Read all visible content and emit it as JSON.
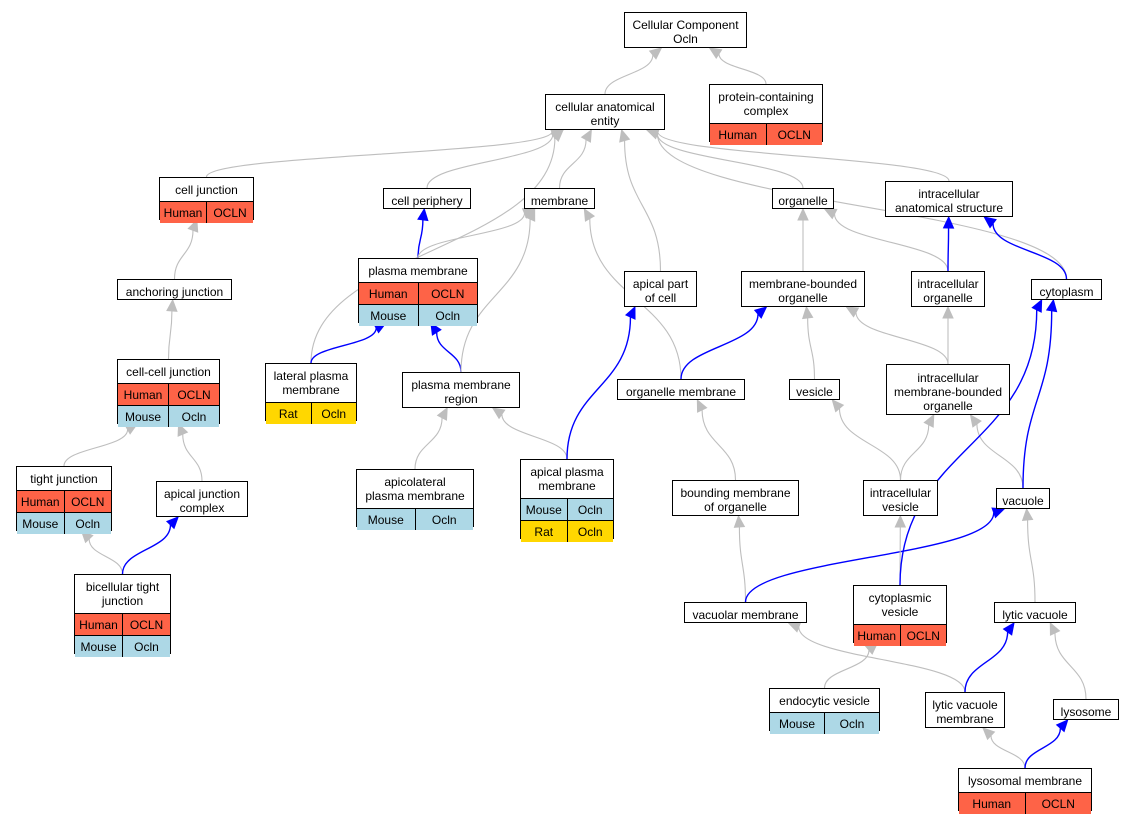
{
  "colors": {
    "human": "#fe6347",
    "mouse": "#add8e6",
    "rat": "#ffd700",
    "edge_is_a": "#bebebe",
    "edge_part_of": "#0000ff"
  },
  "nodes": {
    "cc": {
      "label": "Cellular Component\nOcln",
      "rows": []
    },
    "pcc": {
      "label": "protein-containing\ncomplex",
      "rows": [
        [
          "Human",
          "OCLN"
        ]
      ]
    },
    "cae": {
      "label": "cellular anatomical\nentity",
      "rows": []
    },
    "cj": {
      "label": "cell junction",
      "rows": [
        [
          "Human",
          "OCLN"
        ]
      ]
    },
    "cp": {
      "label": "cell periphery",
      "rows": []
    },
    "mem": {
      "label": "membrane",
      "rows": []
    },
    "org": {
      "label": "organelle",
      "rows": []
    },
    "ias": {
      "label": "intracellular\nanatomical structure",
      "rows": []
    },
    "aj": {
      "label": "anchoring junction",
      "rows": []
    },
    "pm": {
      "label": "plasma membrane",
      "rows": [
        [
          "Human",
          "OCLN"
        ],
        [
          "Mouse",
          "Ocln"
        ]
      ]
    },
    "apc": {
      "label": "apical part\nof cell",
      "rows": []
    },
    "mbo": {
      "label": "membrane-bounded\norganelle",
      "rows": []
    },
    "io": {
      "label": "intracellular\norganelle",
      "rows": []
    },
    "cyto": {
      "label": "cytoplasm",
      "rows": []
    },
    "ccj": {
      "label": "cell-cell junction",
      "rows": [
        [
          "Human",
          "OCLN"
        ],
        [
          "Mouse",
          "Ocln"
        ]
      ]
    },
    "lpm": {
      "label": "lateral plasma\nmembrane",
      "rows": [
        [
          "Rat",
          "Ocln"
        ]
      ]
    },
    "pmr": {
      "label": "plasma membrane\nregion",
      "rows": []
    },
    "om": {
      "label": "organelle membrane",
      "rows": []
    },
    "ves": {
      "label": "vesicle",
      "rows": []
    },
    "imbo": {
      "label": "intracellular\nmembrane-bounded\norganelle",
      "rows": []
    },
    "tj": {
      "label": "tight junction",
      "rows": [
        [
          "Human",
          "OCLN"
        ],
        [
          "Mouse",
          "Ocln"
        ]
      ]
    },
    "ajc": {
      "label": "apical junction\ncomplex",
      "rows": []
    },
    "alpm": {
      "label": "apicolateral\nplasma membrane",
      "rows": [
        [
          "Mouse",
          "Ocln"
        ]
      ]
    },
    "apm": {
      "label": "apical plasma\nmembrane",
      "rows": [
        [
          "Mouse",
          "Ocln"
        ],
        [
          "Rat",
          "Ocln"
        ]
      ]
    },
    "bmo": {
      "label": "bounding membrane\nof organelle",
      "rows": []
    },
    "iv": {
      "label": "intracellular\nvesicle",
      "rows": []
    },
    "vac": {
      "label": "vacuole",
      "rows": []
    },
    "btj": {
      "label": "bicellular tight\njunction",
      "rows": [
        [
          "Human",
          "OCLN"
        ],
        [
          "Mouse",
          "Ocln"
        ]
      ]
    },
    "vm": {
      "label": "vacuolar membrane",
      "rows": []
    },
    "cv": {
      "label": "cytoplasmic\nvesicle",
      "rows": [
        [
          "Human",
          "OCLN"
        ]
      ]
    },
    "lv": {
      "label": "lytic vacuole",
      "rows": []
    },
    "ev": {
      "label": "endocytic vesicle",
      "rows": [
        [
          "Mouse",
          "Ocln"
        ]
      ]
    },
    "lvm": {
      "label": "lytic vacuole\nmembrane",
      "rows": []
    },
    "lys": {
      "label": "lysosome",
      "rows": []
    },
    "lm": {
      "label": "lysosomal membrane",
      "rows": [
        [
          "Human",
          "OCLN"
        ]
      ]
    }
  },
  "edges": [
    {
      "from": "cae",
      "to": "cc",
      "kind": "is_a"
    },
    {
      "from": "pcc",
      "to": "cc",
      "kind": "is_a"
    },
    {
      "from": "cj",
      "to": "cae",
      "kind": "is_a"
    },
    {
      "from": "cp",
      "to": "cae",
      "kind": "is_a"
    },
    {
      "from": "mem",
      "to": "cae",
      "kind": "is_a"
    },
    {
      "from": "org",
      "to": "cae",
      "kind": "is_a"
    },
    {
      "from": "ias",
      "to": "cae",
      "kind": "is_a"
    },
    {
      "from": "lpm",
      "to": "cae",
      "kind": "is_a"
    },
    {
      "from": "apc",
      "to": "cae",
      "kind": "is_a"
    },
    {
      "from": "cyto",
      "to": "cae",
      "kind": "is_a"
    },
    {
      "from": "aj",
      "to": "cj",
      "kind": "is_a"
    },
    {
      "from": "ccj",
      "to": "aj",
      "kind": "is_a"
    },
    {
      "from": "tj",
      "to": "ccj",
      "kind": "is_a"
    },
    {
      "from": "ajc",
      "to": "ccj",
      "kind": "is_a"
    },
    {
      "from": "btj",
      "to": "tj",
      "kind": "is_a"
    },
    {
      "from": "btj",
      "to": "ajc",
      "kind": "part_of"
    },
    {
      "from": "pm",
      "to": "cp",
      "kind": "part_of"
    },
    {
      "from": "pm",
      "to": "mem",
      "kind": "is_a"
    },
    {
      "from": "lpm",
      "to": "pm",
      "kind": "part_of"
    },
    {
      "from": "pmr",
      "to": "pm",
      "kind": "part_of"
    },
    {
      "from": "pmr",
      "to": "mem",
      "kind": "is_a"
    },
    {
      "from": "alpm",
      "to": "pmr",
      "kind": "is_a"
    },
    {
      "from": "apm",
      "to": "pmr",
      "kind": "is_a"
    },
    {
      "from": "apm",
      "to": "apc",
      "kind": "part_of"
    },
    {
      "from": "om",
      "to": "mem",
      "kind": "is_a"
    },
    {
      "from": "om",
      "to": "mbo",
      "kind": "part_of"
    },
    {
      "from": "mbo",
      "to": "org",
      "kind": "is_a"
    },
    {
      "from": "io",
      "to": "org",
      "kind": "is_a"
    },
    {
      "from": "io",
      "to": "ias",
      "kind": "part_of"
    },
    {
      "from": "cyto",
      "to": "ias",
      "kind": "part_of"
    },
    {
      "from": "ves",
      "to": "mbo",
      "kind": "is_a"
    },
    {
      "from": "imbo",
      "to": "mbo",
      "kind": "is_a"
    },
    {
      "from": "imbo",
      "to": "io",
      "kind": "is_a"
    },
    {
      "from": "bmo",
      "to": "om",
      "kind": "is_a"
    },
    {
      "from": "iv",
      "to": "ves",
      "kind": "is_a"
    },
    {
      "from": "iv",
      "to": "imbo",
      "kind": "is_a"
    },
    {
      "from": "vac",
      "to": "imbo",
      "kind": "is_a"
    },
    {
      "from": "vac",
      "to": "cyto",
      "kind": "part_of"
    },
    {
      "from": "vm",
      "to": "bmo",
      "kind": "is_a"
    },
    {
      "from": "vm",
      "to": "vac",
      "kind": "part_of"
    },
    {
      "from": "cv",
      "to": "iv",
      "kind": "is_a"
    },
    {
      "from": "cv",
      "to": "cyto",
      "kind": "part_of"
    },
    {
      "from": "lv",
      "to": "vac",
      "kind": "is_a"
    },
    {
      "from": "ev",
      "to": "cv",
      "kind": "is_a"
    },
    {
      "from": "lvm",
      "to": "vm",
      "kind": "is_a"
    },
    {
      "from": "lvm",
      "to": "lv",
      "kind": "part_of"
    },
    {
      "from": "lys",
      "to": "lv",
      "kind": "is_a"
    },
    {
      "from": "lm",
      "to": "lvm",
      "kind": "is_a"
    },
    {
      "from": "lm",
      "to": "lys",
      "kind": "part_of"
    }
  ]
}
